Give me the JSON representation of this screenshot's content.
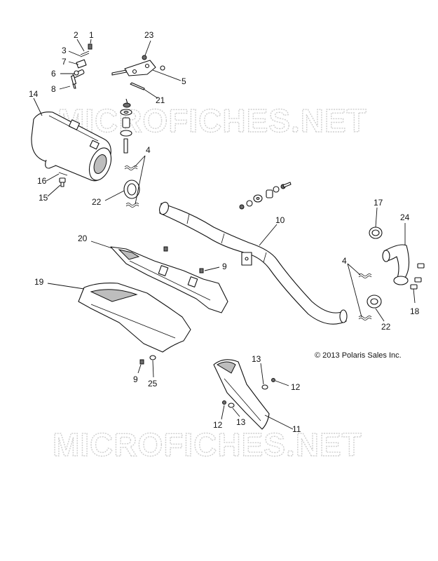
{
  "watermark": "MICROFICHES.NET",
  "copyright": "© 2013 Polaris Sales Inc.",
  "callouts": {
    "c1": "1",
    "c2": "2",
    "c3": "3",
    "c7": "7",
    "c6": "6",
    "c8": "8",
    "c23": "23",
    "c5": "5",
    "c21": "21",
    "c14": "14",
    "c4a": "4",
    "c16": "16",
    "c15": "15",
    "c22a": "22",
    "c10": "10",
    "c17": "17",
    "c24": "24",
    "c20": "20",
    "c9a": "9",
    "c19": "19",
    "c4b": "4",
    "c18": "18",
    "c22b": "22",
    "c13a": "13",
    "c12a": "12",
    "c9b": "9",
    "c25": "25",
    "c12b": "12",
    "c13b": "13",
    "c11": "11"
  }
}
